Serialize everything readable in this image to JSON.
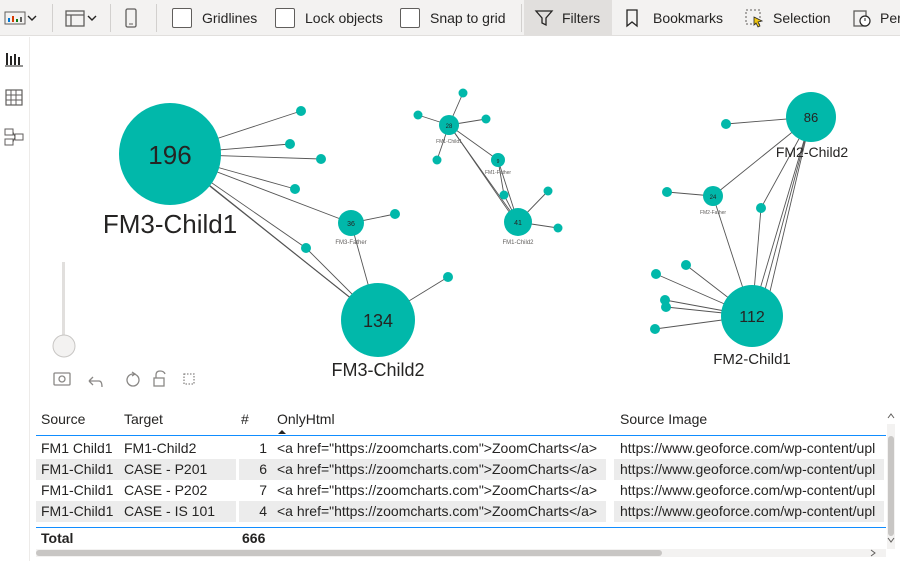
{
  "ribbon": {
    "gridlines": "Gridlines",
    "lock_objects": "Lock objects",
    "snap_to_grid": "Snap to grid",
    "filters": "Filters",
    "bookmarks": "Bookmarks",
    "selection": "Selection",
    "performance_partial": "Per"
  },
  "graph": {
    "nodes": [
      {
        "id": "fm3c1",
        "value": "196",
        "label": "FM3-Child1",
        "size": "large"
      },
      {
        "id": "fm3c2",
        "value": "134",
        "label": "FM3-Child2",
        "size": "large"
      },
      {
        "id": "fm3f",
        "value": "36",
        "label": "FM3-Father",
        "size": "small"
      },
      {
        "id": "fm1c1",
        "value": "28",
        "label": "FM1-Child1",
        "size": "small"
      },
      {
        "id": "fm1f",
        "value": "9",
        "label": "FM1-Father",
        "size": "small"
      },
      {
        "id": "fm1c2",
        "value": "41",
        "label": "FM1-Child2",
        "size": "small"
      },
      {
        "id": "fm2c2",
        "value": "86",
        "label": "FM2-Child2",
        "size": "large"
      },
      {
        "id": "fm2f",
        "value": "24",
        "label": "FM2-Father",
        "size": "small"
      },
      {
        "id": "fm2c1",
        "value": "112",
        "label": "FM2-Child1",
        "size": "large"
      }
    ]
  },
  "table": {
    "headers": [
      "Source",
      "Target",
      "#",
      "OnlyHtml",
      "Source Image"
    ],
    "rows": [
      [
        "FM1 Child1",
        "FM1-Child2",
        "1",
        "<a href=\"https://zoomcharts.com\">ZoomCharts</a>",
        "https://www.geoforce.com/wp-content/upl"
      ],
      [
        "FM1-Child1",
        "CASE - P201",
        "6",
        "<a href=\"https://zoomcharts.com\">ZoomCharts</a>",
        "https://www.geoforce.com/wp-content/upl"
      ],
      [
        "FM1-Child1",
        "CASE - P202",
        "7",
        "<a href=\"https://zoomcharts.com\">ZoomCharts</a>",
        "https://www.geoforce.com/wp-content/upl"
      ],
      [
        "FM1-Child1",
        "CASE - IS 101",
        "4",
        "<a href=\"https://zoomcharts.com\">ZoomCharts</a>",
        "https://www.geoforce.com/wp-content/upl"
      ]
    ],
    "total_label": "Total",
    "total_value": "666"
  },
  "colors": {
    "node": "#01b8aa",
    "edge": "#555555",
    "ribbon_bg": "#f3f2f1"
  }
}
